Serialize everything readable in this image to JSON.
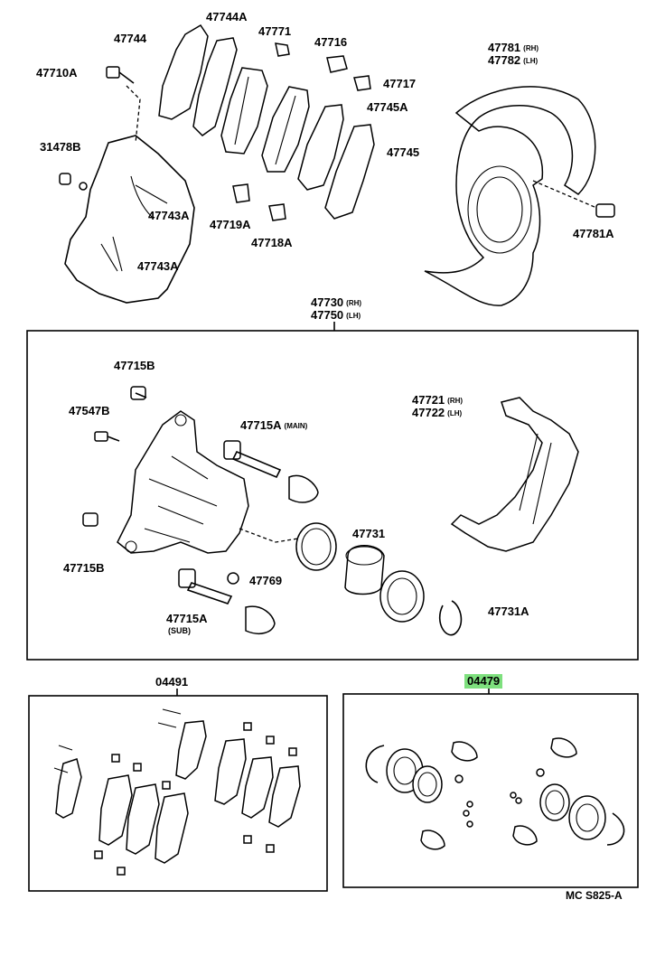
{
  "labels": {
    "p47744": "47744",
    "p47744a": "47744A",
    "p47771": "47771",
    "p47716": "47716",
    "p47717": "47717",
    "p47710a": "47710A",
    "p47745a": "47745A",
    "p47745": "47745",
    "p31478b": "31478B",
    "p47743a_1": "47743A",
    "p47743a_2": "47743A",
    "p47719a": "47719A",
    "p47718a": "47718A",
    "p47781": "47781",
    "p47782": "47782",
    "p47781a": "47781A",
    "p47730": "47730",
    "p47750": "47750",
    "p47715b_1": "47715B",
    "p47547b": "47547B",
    "p47715a_main": "47715A",
    "p47721": "47721",
    "p47722": "47722",
    "p47731": "47731",
    "p47715b_2": "47715B",
    "p47769": "47769",
    "p47715a_sub": "47715A",
    "p47731a": "47731A",
    "p04491": "04491",
    "p04479": "04479",
    "catalog_code": "MC  S825-A"
  },
  "qualifiers": {
    "rh": "(RH)",
    "lh": "(LH)",
    "main": "(MAIN)",
    "sub": "(SUB)"
  },
  "highlight_color": "#7ee07e"
}
